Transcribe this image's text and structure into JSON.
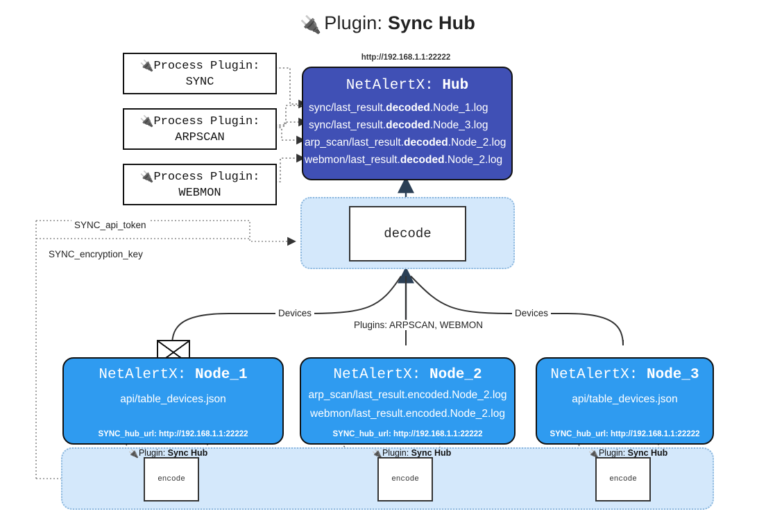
{
  "title": {
    "icon": "electric-plug",
    "prefix": "Plugin:",
    "name": "Sync Hub"
  },
  "process_plugins": [
    {
      "label": "Process Plugin:",
      "name": "SYNC"
    },
    {
      "label": "Process Plugin:",
      "name": "ARPSCAN"
    },
    {
      "label": "Process Plugin:",
      "name": "WEBMON"
    }
  ],
  "hub": {
    "url": "http://192.168.1.1:22222",
    "app": "NetAlertX:",
    "role": "Hub",
    "logs": [
      {
        "pre": "sync/last_result.",
        "em": "decoded",
        "post": ".Node_1.log"
      },
      {
        "pre": "sync/last_result.",
        "em": "decoded",
        "post": ".Node_3.log"
      },
      {
        "pre": "arp_scan/last_result.",
        "em": "decoded",
        "post": ".Node_2.log"
      },
      {
        "pre": "webmon/last_result.",
        "em": "decoded",
        "post": ".Node_2.log"
      }
    ]
  },
  "decode": {
    "label": "decode"
  },
  "secrets": [
    {
      "label": "SYNC_api_token"
    },
    {
      "label": "SYNC_encryption_key"
    }
  ],
  "flow_labels": {
    "devices_left": "Devices",
    "devices_right": "Devices",
    "plugins_center": "Plugins: ARPSCAN, WEBMON"
  },
  "nodes": [
    {
      "app": "NetAlertX:",
      "name": "Node_1",
      "lines": [
        "api/table_devices.json"
      ],
      "footer": "SYNC_hub_url: http://192.168.1.1:22222",
      "encode": {
        "label": "encode",
        "plugin_prefix": "Plugin:",
        "plugin_name": "Sync Hub"
      }
    },
    {
      "app": "NetAlertX:",
      "name": "Node_2",
      "lines": [
        "arp_scan/last_result.encoded.Node_2.log",
        "webmon/last_result.encoded.Node_2.log"
      ],
      "footer": "SYNC_hub_url: http://192.168.1.1:22222",
      "encode": {
        "label": "encode",
        "plugin_prefix": "Plugin:",
        "plugin_name": "Sync Hub"
      }
    },
    {
      "app": "NetAlertX:",
      "name": "Node_3",
      "lines": [
        "api/table_devices.json"
      ],
      "footer": "SYNC_hub_url: http://192.168.1.1:22222",
      "encode": {
        "label": "encode",
        "plugin_prefix": "Plugin:",
        "plugin_name": "Sync Hub"
      }
    }
  ],
  "colors": {
    "hub": "#4050b5",
    "node": "#2f9bf0",
    "container": "#d4e8fb",
    "container_border": "#8ab6dd",
    "stroke": "#333333",
    "background": "#ffffff"
  },
  "icons": {
    "mail": "envelope-icon",
    "plug": "electric-plug-icon"
  }
}
